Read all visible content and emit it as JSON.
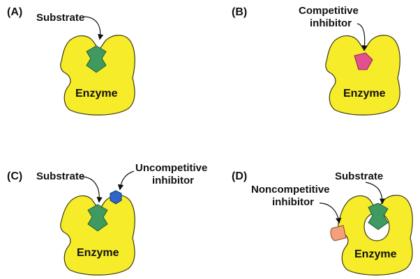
{
  "panels": [
    {
      "id": "A",
      "label": "(A)",
      "enzyme_label": "Enzyme",
      "annotations": [
        {
          "text_lines": [
            "Substrate"
          ]
        }
      ]
    },
    {
      "id": "B",
      "label": "(B)",
      "enzyme_label": "Enzyme",
      "annotations": [
        {
          "text_lines": [
            "Competitive",
            "inhibitor"
          ]
        }
      ]
    },
    {
      "id": "C",
      "label": "(C)",
      "enzyme_label": "Enzyme",
      "annotations": [
        {
          "text_lines": [
            "Substrate"
          ]
        },
        {
          "text_lines": [
            "Uncompetitive",
            "inhibitor"
          ]
        }
      ]
    },
    {
      "id": "D",
      "label": "(D)",
      "enzyme_label": "Enzyme",
      "annotations": [
        {
          "text_lines": [
            "Substrate"
          ]
        },
        {
          "text_lines": [
            "Noncompetitive",
            "inhibitor"
          ]
        }
      ]
    }
  ],
  "colors": {
    "enzyme": "#f7ec2a",
    "substrate": "#3f9a62",
    "competitive_inhibitor": "#e2508f",
    "uncompetitive_inhibitor": "#2f66c9",
    "noncompetitive_inhibitor": "#f4a17a"
  }
}
